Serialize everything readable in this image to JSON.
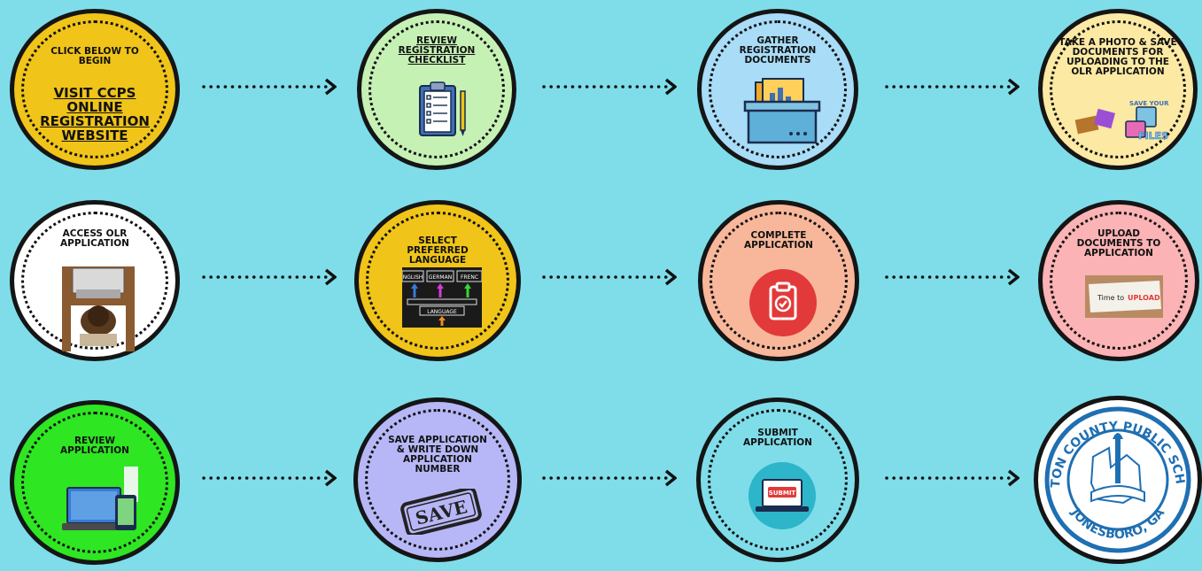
{
  "steps": [
    {
      "id": "visit-website",
      "lines": [
        "CLICK BELOW TO BEGIN",
        "VISIT CCPS ONLINE REGISTRATION WEBSITE"
      ],
      "fill": "#f0c419"
    },
    {
      "id": "review-checklist",
      "lines": [
        "REVIEW REGISTRATION CHECKLIST"
      ],
      "fill": "#c6f1b5"
    },
    {
      "id": "gather-documents",
      "lines": [
        "GATHER REGISTRATION DOCUMENTS"
      ],
      "fill": "#a8dcf7"
    },
    {
      "id": "photo-documents",
      "lines": [
        "TAKE A PHOTO & SAVE DOCUMENTS FOR UPLOADING TO THE OLR APPLICATION"
      ],
      "fill": "#fbe9a4",
      "icon_text": [
        "SAVE YOUR",
        "FILES"
      ]
    },
    {
      "id": "access-olr",
      "lines": [
        "ACCESS OLR APPLICATION"
      ],
      "fill": "#ffffff"
    },
    {
      "id": "select-language",
      "lines": [
        "SELECT PREFERRED LANGUAGE"
      ],
      "fill": "#f0c419",
      "icon_text": [
        "NGLISH",
        "GERMAN",
        "FRENC",
        "LANGUAGE"
      ]
    },
    {
      "id": "complete-application",
      "lines": [
        "COMPLETE APPLICATION"
      ],
      "fill": "#f8b79a"
    },
    {
      "id": "upload-documents",
      "lines": [
        "UPLOAD DOCUMENTS TO APPLICATION"
      ],
      "fill": "#fbb3b5",
      "icon_text": [
        "Time to",
        "UPLOAD"
      ]
    },
    {
      "id": "review-application",
      "lines": [
        "REVIEW APPLICATION"
      ],
      "fill": "#2ee622"
    },
    {
      "id": "save-application",
      "lines": [
        "SAVE APPLICATION & WRITE DOWN APPLICATION NUMBER"
      ],
      "fill": "#b7b7f7",
      "icon_text": [
        "SAVE"
      ]
    },
    {
      "id": "submit-application",
      "lines": [
        "SUBMIT APPLICATION"
      ],
      "fill": "#7fdde9",
      "icon_text": [
        "SUBMIT"
      ]
    },
    {
      "id": "ccps-logo",
      "lines": [],
      "fill": "#ffffff",
      "icon_text": [
        "CLAYTON COUNTY PUBLIC SCHOOLS",
        "JONESBORO, GA"
      ]
    }
  ],
  "colors": {
    "background": "#7fdde9",
    "outline": "#151515",
    "arrow": "#111111",
    "seal_blue": "#1f6fb3"
  }
}
